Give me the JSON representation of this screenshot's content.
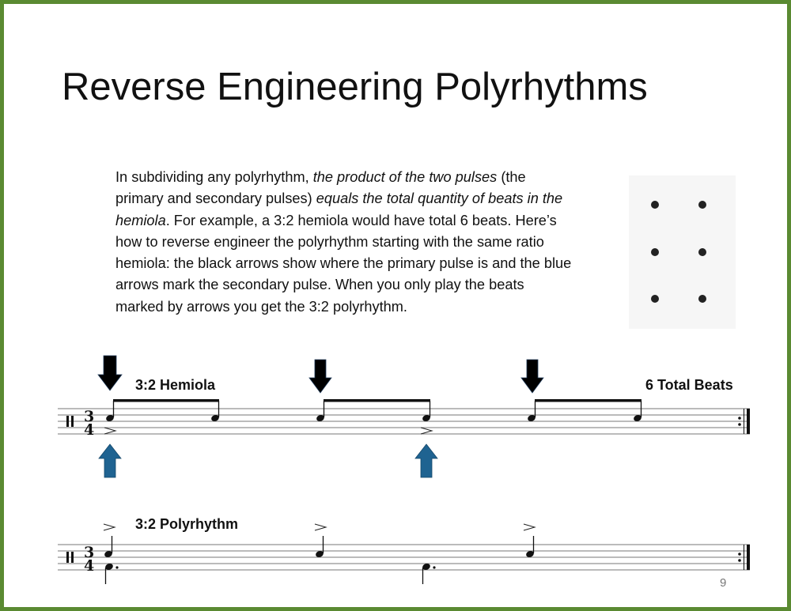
{
  "slide": {
    "title": "Reverse Engineering Polyrhythms",
    "body": {
      "t1": "In subdividing any polyrhythm, ",
      "t2": "the product of the two pulses",
      "t3": " (the primary and secondary pulses) ",
      "t4": "equals the total quantity of beats in the hemiola",
      "t5": ". For example, a 3:2 hemiola would have total 6 beats. Here’s how to reverse engineer the polyrhythm starting with the same ratio hemiola: the black arrows show where the primary pulse is and the blue arrows mark the secondary pulse. When you only play the beats marked by arrows you get the 3:2 polyrhythm."
    },
    "hemiola_label": "3:2 Hemiola",
    "total_label": "6 Total Beats",
    "polyrhythm_label": "3:2 Polyrhythm",
    "time_signature": {
      "top": "3",
      "bottom": "4"
    },
    "page_number": "9",
    "colors": {
      "border": "#5a8a32",
      "primary_arrow": "#000000",
      "secondary_arrow": "#1f6391"
    }
  }
}
